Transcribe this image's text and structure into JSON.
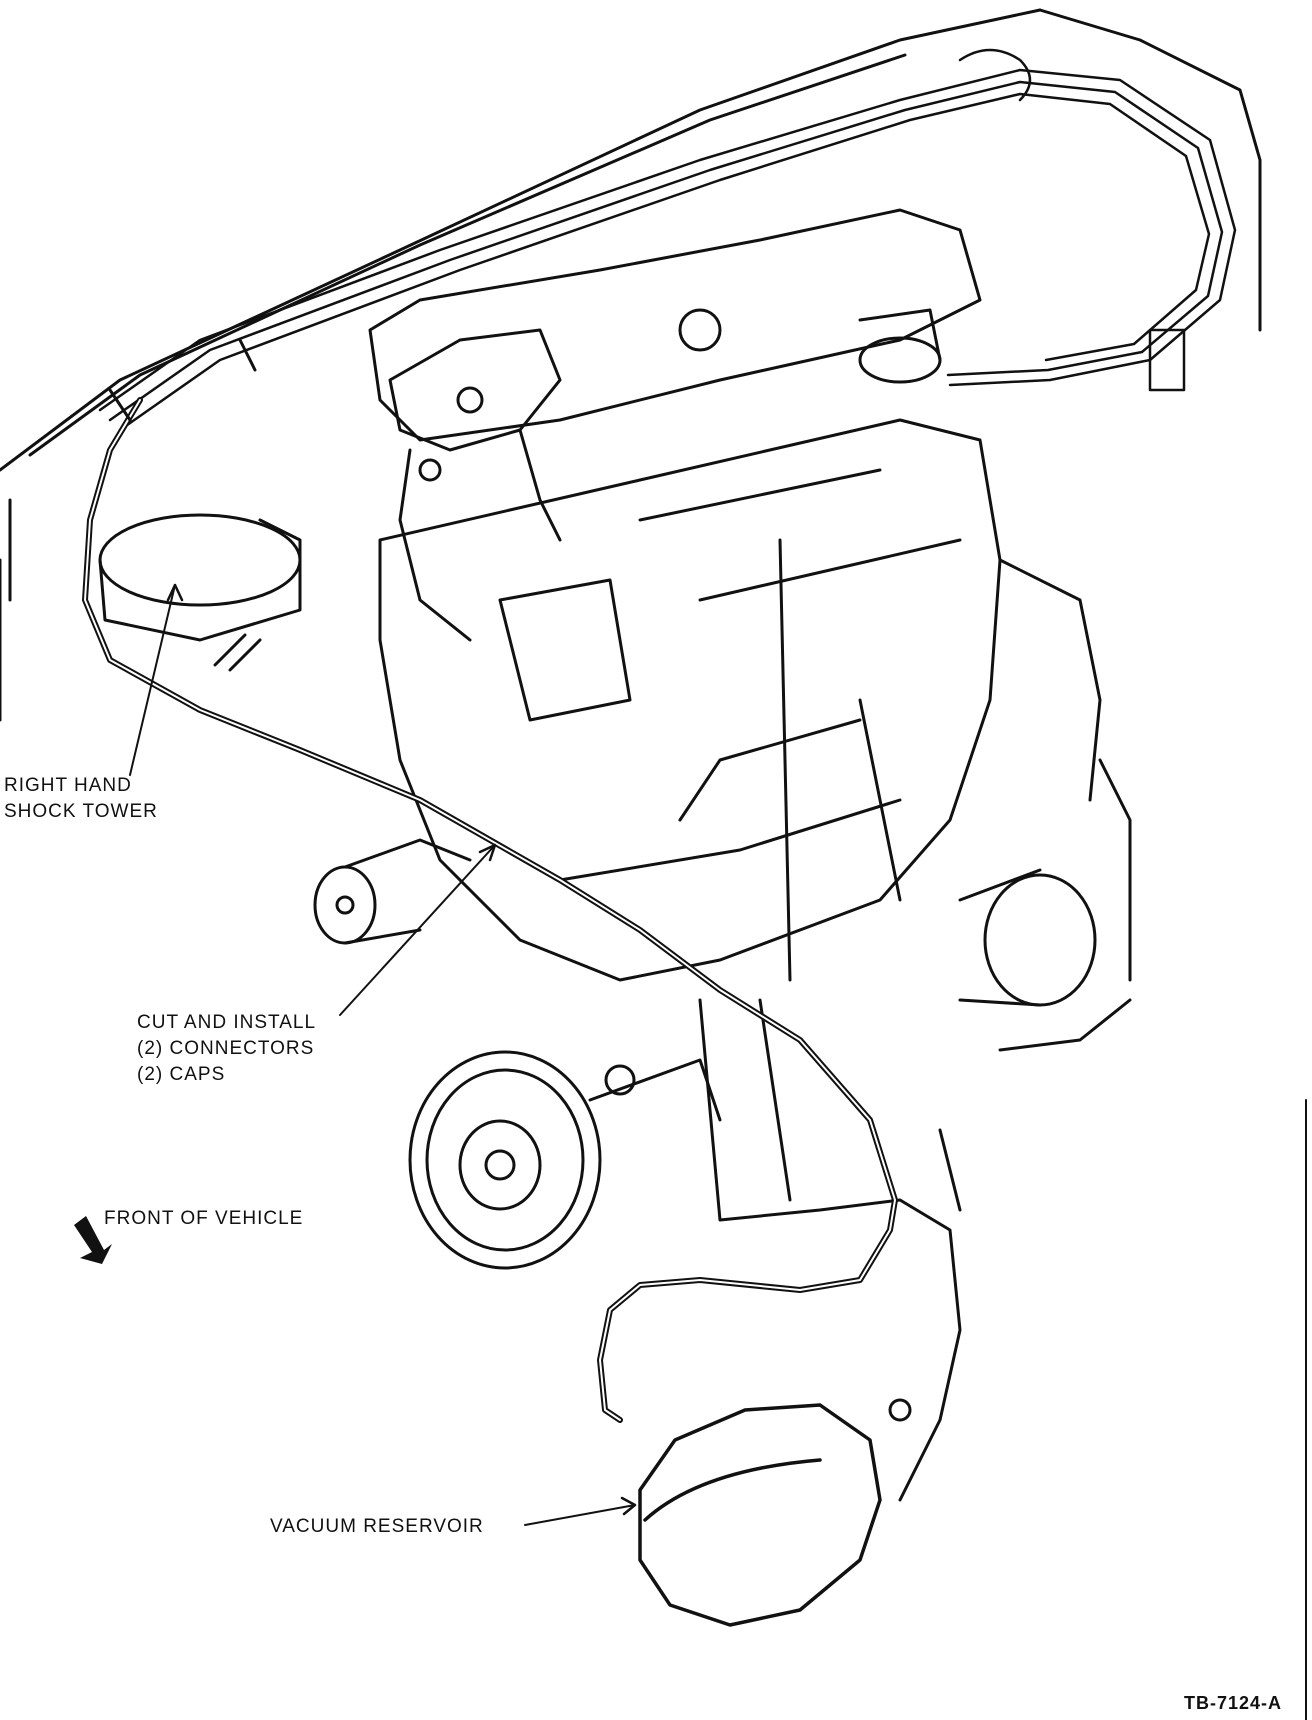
{
  "figure": {
    "labels": {
      "shock_tower": "RIGHT HAND\nSHOCK TOWER",
      "connectors": "CUT AND INSTALL\n(2) CONNECTORS\n(2) CAPS",
      "front": "FRONT OF VEHICLE",
      "reservoir": "VACUUM RESERVOIR",
      "figure_id": "TB-7124-A"
    },
    "icons": {
      "front_arrow": "arrow-icon"
    }
  }
}
